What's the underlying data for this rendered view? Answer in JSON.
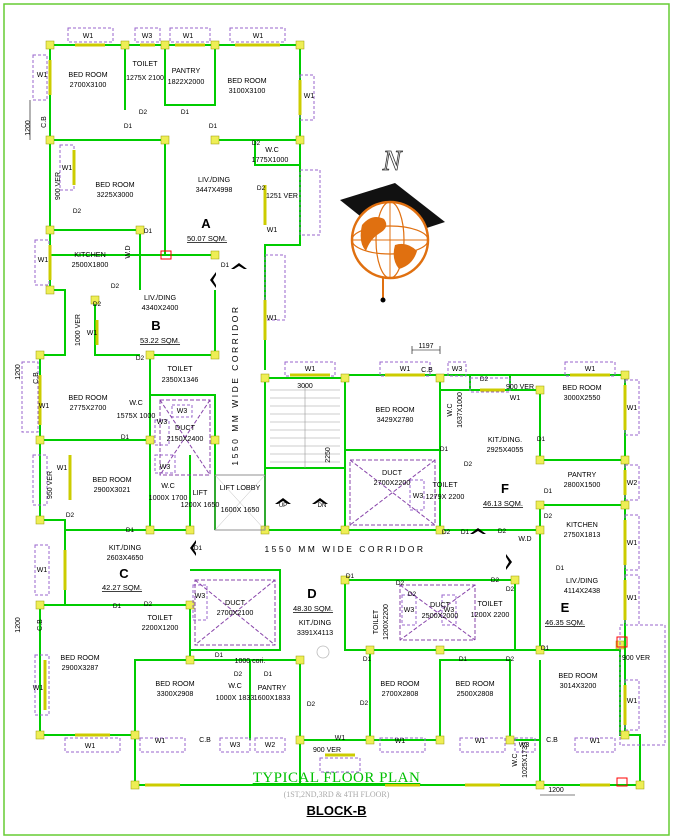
{
  "title": {
    "main": "TYPICAL FLOOR PLAN",
    "sub": "(1ST,2ND,3RD & 4TH FLOOR)",
    "block": "BLOCK-B"
  },
  "colors": {
    "wall": "#00cc00",
    "border": "#66cc33",
    "window": "#9966cc",
    "duct": "#8844aa",
    "column": "#eeee55",
    "door": "#000000"
  },
  "flats": [
    {
      "id": "A",
      "area": "50.07 SQM."
    },
    {
      "id": "B",
      "area": "53.22 SQM."
    },
    {
      "id": "C",
      "area": "42.27 SQM."
    },
    {
      "id": "D",
      "area": "48.30 SQM."
    },
    {
      "id": "E",
      "area": "46.35 SQM."
    },
    {
      "id": "F",
      "area": "46.13 SQM."
    }
  ],
  "rooms": [
    {
      "name": "BED ROOM",
      "dim": "2700X3100"
    },
    {
      "name": "TOILET",
      "dim": "1275X 2100"
    },
    {
      "name": "PANTRY",
      "dim": "1822X2000"
    },
    {
      "name": "BED ROOM",
      "dim": "3100X3100"
    },
    {
      "name": "W.C",
      "dim": "1775X1000"
    },
    {
      "name": "BED ROOM",
      "dim": "3225X3000"
    },
    {
      "name": "LIV./DING",
      "dim": "3447X4998"
    },
    {
      "name": "KITCHEN",
      "dim": "2500X1800"
    },
    {
      "name": "LIV./DING",
      "dim": "4340X2400"
    },
    {
      "name": "TOILET",
      "dim": "2350X1346"
    },
    {
      "name": "BED ROOM",
      "dim": "2775X2700"
    },
    {
      "name": "W.C",
      "dim": "1575X 1000"
    },
    {
      "name": "DUCT",
      "dim": "2150X2400"
    },
    {
      "name": "BED ROOM",
      "dim": "2900X3021"
    },
    {
      "name": "W.C",
      "dim": "1000X 1700"
    },
    {
      "name": "LIFT",
      "dim": "1200X 1650"
    },
    {
      "name": "LIFT LOBBY",
      "dim": "1600X 1650"
    },
    {
      "name": "KIT./DING",
      "dim": "2603X4650"
    },
    {
      "name": "TOILET",
      "dim": "2200X1200"
    },
    {
      "name": "DUCT",
      "dim": "2700X2100"
    },
    {
      "name": "KIT./DING",
      "dim": "3391X4113"
    },
    {
      "name": "TOILET",
      "dim": "1200X2200"
    },
    {
      "name": "DUCT",
      "dim": "2500X2000"
    },
    {
      "name": "TOILET",
      "dim": "1200X 2200"
    },
    {
      "name": "BED ROOM",
      "dim": "2900X3287"
    },
    {
      "name": "BED ROOM",
      "dim": "3300X2908"
    },
    {
      "name": "W.C",
      "dim": "1000X 1833"
    },
    {
      "name": "PANTRY",
      "dim": "1600X1833"
    },
    {
      "name": "BED ROOM",
      "dim": "2700X2808"
    },
    {
      "name": "BED ROOM",
      "dim": "2500X2808"
    },
    {
      "name": "W.C",
      "dim": "1025X1733"
    },
    {
      "name": "BED ROOM",
      "dim": "3014X3200"
    },
    {
      "name": "LIV./DING",
      "dim": "4114X2438"
    },
    {
      "name": "KITCHEN",
      "dim": "2750X1813"
    },
    {
      "name": "PANTRY",
      "dim": "2800X1500"
    },
    {
      "name": "KIT./DING.",
      "dim": "2925X4055"
    },
    {
      "name": "BED ROOM",
      "dim": "3000X2550"
    },
    {
      "name": "BED ROOM",
      "dim": "3429X2780"
    },
    {
      "name": "W.C",
      "dim": "1637X1000"
    },
    {
      "name": "DUCT",
      "dim": "2700X2200"
    },
    {
      "name": "TOILET",
      "dim": "1279X 2200"
    }
  ],
  "misc": {
    "corridor": "1550 MM WIDE CORRIDOR",
    "ver_900": "900 VER",
    "ver_1000": "1000 VER",
    "ver_950": "950 VER",
    "ver_1251": "1251 VER",
    "ver_900b": "900 VER",
    "cori": "1000 cori.",
    "cb": "C.B",
    "dim_1200": "1200",
    "dim_1197": "1197",
    "dim_3000": "3000",
    "dim_2250": "2250",
    "up": "UP",
    "dn": "DN",
    "wd": "W.D",
    "w1": "W1",
    "w2": "W2",
    "w3": "W3",
    "d1": "D1",
    "d2": "D2"
  }
}
